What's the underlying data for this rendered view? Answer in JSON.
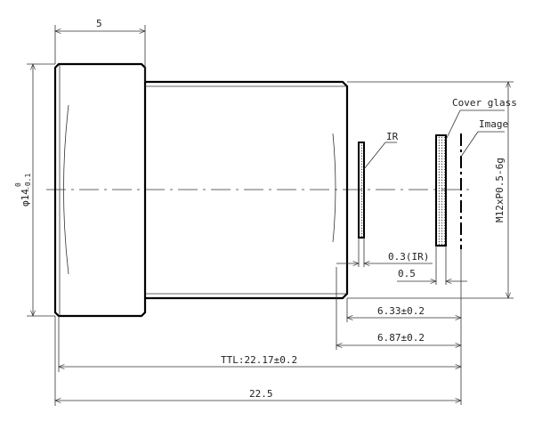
{
  "dimensions": {
    "front_length": "5",
    "front_diameter": "φ14",
    "front_diameter_upper_tol": "0",
    "front_diameter_lower_tol": "-0.1",
    "thread": "M12xP0.5-6g",
    "ir_thickness": "0.3(IR)",
    "cover_glass_thickness": "0.5",
    "flange_to_image": "6.33±0.2",
    "back_focal": "6.87±0.2",
    "ttl": "TTL:22.17±0.2",
    "overall_length": "22.5"
  },
  "labels": {
    "ir": "IR",
    "cover_glass": "Cover glass",
    "image": "Image"
  }
}
